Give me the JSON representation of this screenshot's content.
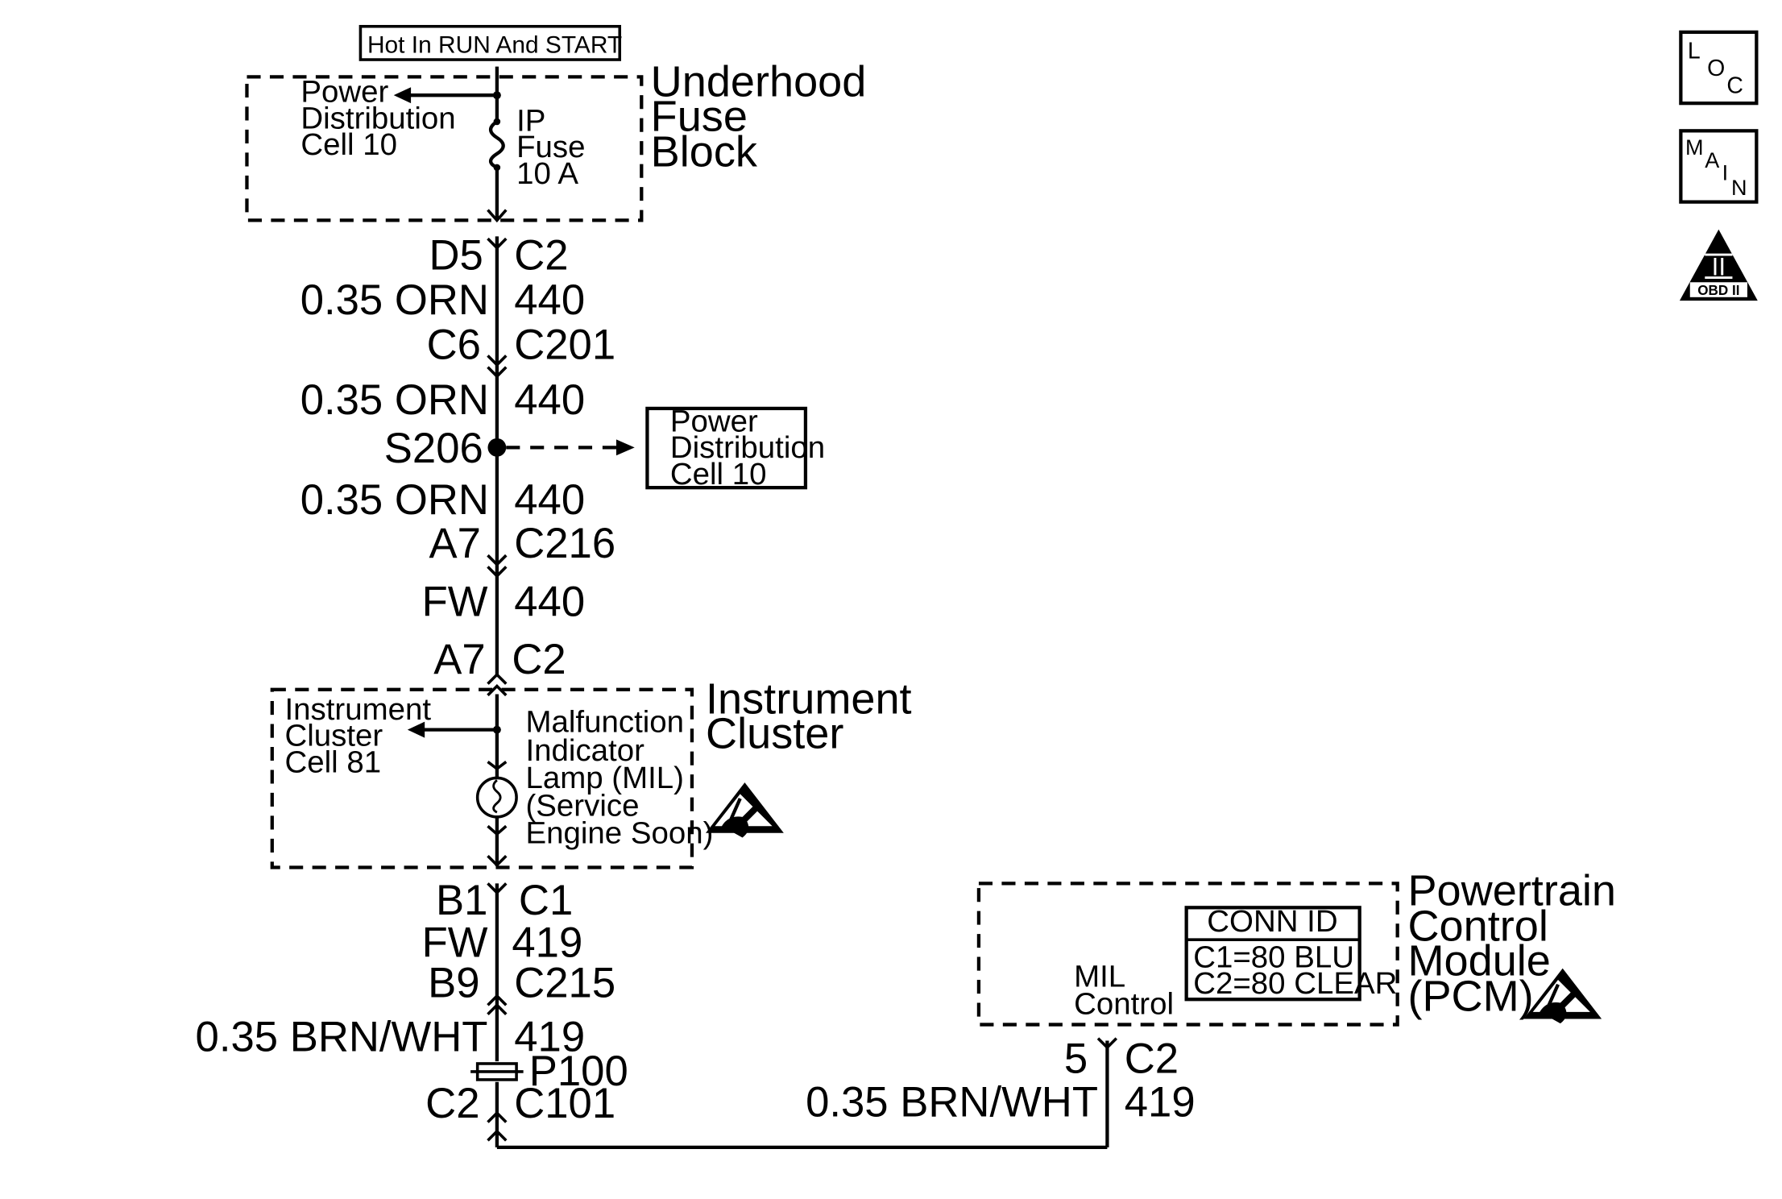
{
  "diagram": {
    "header": "Hot In RUN And START",
    "fuse_block": {
      "title": [
        "Underhood",
        "Fuse",
        "Block"
      ],
      "ref": [
        "Power",
        "Distribution",
        "Cell 10"
      ],
      "fuse": [
        "IP",
        "Fuse",
        "10 A"
      ]
    },
    "conn_d5": {
      "pin": "D5",
      "conn": "C2"
    },
    "wire_1": {
      "gauge": "0.35 ORN",
      "circuit": "440"
    },
    "conn_c6": {
      "pin": "C6",
      "conn": "C201"
    },
    "wire_2": {
      "gauge": "0.35 ORN",
      "circuit": "440"
    },
    "splice": {
      "id": "S206",
      "ref": [
        "Power",
        "Distribution",
        "Cell 10"
      ]
    },
    "wire_3": {
      "gauge": "0.35 ORN",
      "circuit": "440"
    },
    "conn_a7": {
      "pin": "A7",
      "conn": "C216"
    },
    "wire_4": {
      "gauge": "FW",
      "circuit": "440"
    },
    "conn_a7_c2": {
      "pin": "A7",
      "conn": "C2"
    },
    "cluster": {
      "title": [
        "Instrument",
        "Cluster"
      ],
      "ref": [
        "Instrument",
        "Cluster",
        "Cell 81"
      ],
      "lamp": [
        "Malfunction",
        "Indicator",
        "Lamp (MIL)",
        "(Service",
        "Engine Soon)"
      ]
    },
    "conn_b1": {
      "pin": "B1",
      "conn": "C1"
    },
    "wire_5": {
      "gauge": "FW",
      "circuit": "419"
    },
    "conn_b9": {
      "pin": "B9",
      "conn": "C215"
    },
    "wire_6": {
      "gauge": "0.35 BRN/WHT",
      "circuit": "419"
    },
    "passthrough": "P100",
    "conn_c2": {
      "pin": "C2",
      "conn": "C101"
    },
    "pcm": {
      "title": [
        "Powertrain",
        "Control",
        "Module",
        "(PCM)"
      ],
      "conn_id": [
        "CONN ID",
        "C1=80 BLU",
        "C2=80 CLEAR"
      ],
      "mil": [
        "MIL",
        "Control"
      ],
      "pin": "5",
      "conn": "C2",
      "gauge": "0.35 BRN/WHT",
      "circuit": "419"
    },
    "side_icons": {
      "loc": [
        "L",
        "O",
        "C"
      ],
      "main": [
        "M",
        "A",
        "I",
        "N"
      ],
      "obd": [
        "II",
        "OBD II"
      ]
    }
  }
}
